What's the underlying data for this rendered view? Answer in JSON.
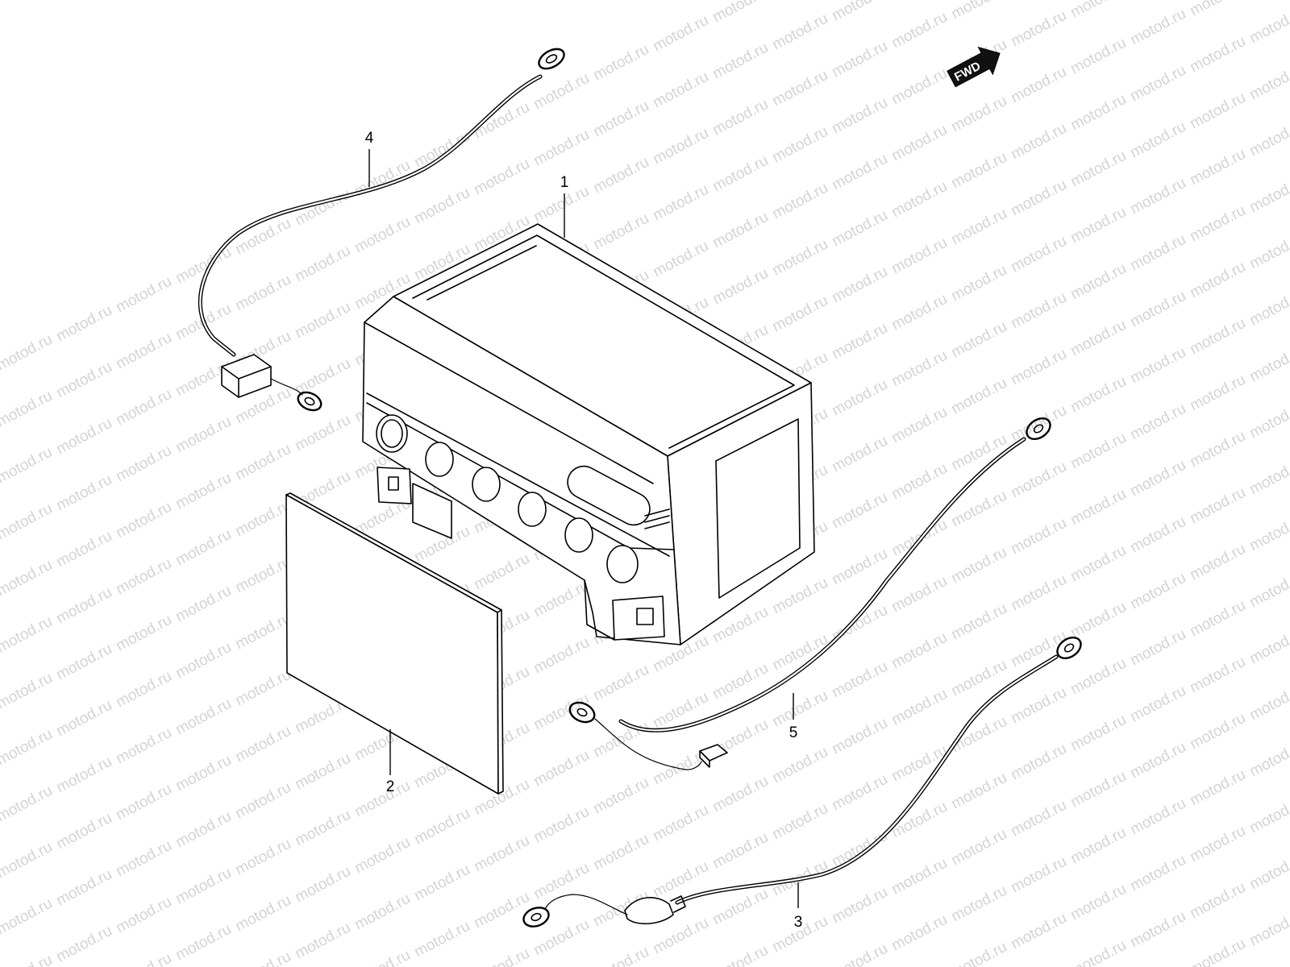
{
  "watermark": {
    "text": "motod.ru",
    "color": "#d4d4d4"
  },
  "fwd_badge": {
    "text": "FWD"
  },
  "callouts": [
    {
      "id": "battery",
      "label": "1"
    },
    {
      "id": "battery-plate",
      "label": "2"
    },
    {
      "id": "lead-wire-3",
      "label": "3"
    },
    {
      "id": "lead-wire-4",
      "label": "4"
    },
    {
      "id": "lead-wire-5",
      "label": "5"
    }
  ],
  "colors": {
    "line": "#000000",
    "background": "#ffffff",
    "watermark": "#d4d4d4"
  }
}
